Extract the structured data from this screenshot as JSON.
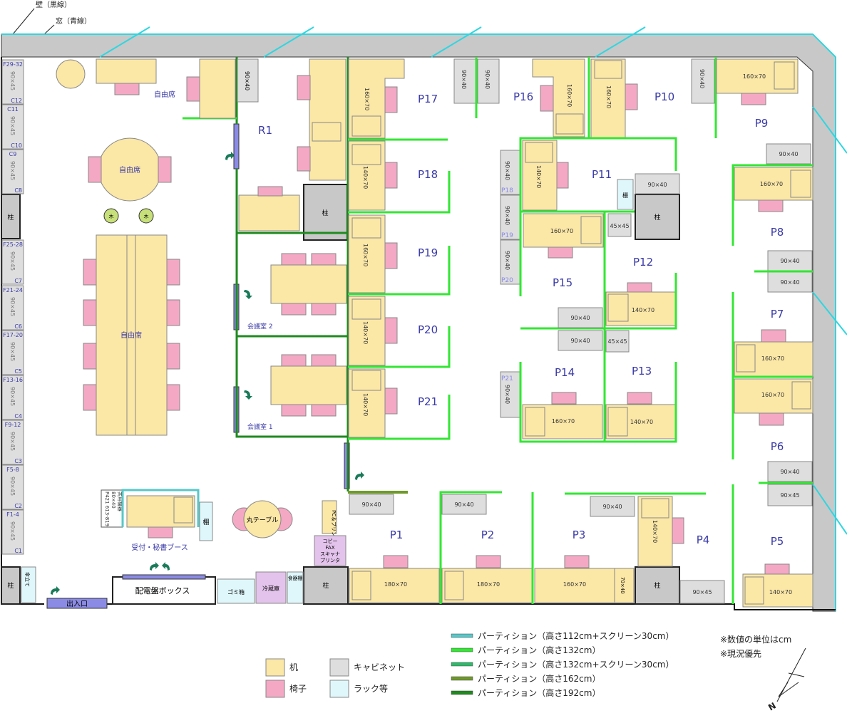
{
  "top_labels": {
    "wall": "壁（黒線）",
    "window": "窓（青線）"
  },
  "rooms": {
    "P1": "P1",
    "P2": "P2",
    "P3": "P3",
    "P4": "P4",
    "P5": "P5",
    "P6": "P6",
    "P7": "P7",
    "P8": "P8",
    "P9": "P9",
    "P10": "P10",
    "P11": "P11",
    "P12": "P12",
    "P13": "P13",
    "P14": "P14",
    "P15": "P15",
    "P16": "P16",
    "P17": "P17",
    "P18": "P18",
    "P19": "P19",
    "P20": "P20",
    "P21": "P21",
    "R1": "R1",
    "meeting1": "会議室 1",
    "meeting2": "会議室 2"
  },
  "areas": {
    "free_seat": "自由席",
    "round_table": "丸テーブル",
    "reception": "受付・秘書ブース",
    "switchboard": "配電盤ボックス",
    "entrance": "出入口",
    "garbage": "ゴミ箱",
    "fridge": "冷蔵庫",
    "tableware": "食器棚",
    "umbrella": "傘立て",
    "shelf": "棚",
    "pillar": "柱",
    "pc_printer": "PC＆プリンタ",
    "copier": [
      "コピー",
      "FAX",
      "スキャナ",
      "プリンタ"
    ],
    "shared_eq": [
      "共用機器",
      "80×40"
    ],
    "p421": "P421  613-819",
    "plant": "木"
  },
  "cabinet_left": [
    {
      "top": "F29-32",
      "size": "90×45",
      "bottom": "C12"
    },
    {
      "top": "C11",
      "size": "90×45",
      "bottom": "C10"
    },
    {
      "top": "C9",
      "size": "90×45",
      "bottom": "C8"
    },
    {
      "top": "F25-28",
      "size": "90×45",
      "bottom": "C7"
    },
    {
      "top": "F21-24",
      "size": "90×45",
      "bottom": "C6"
    },
    {
      "top": "F17-20",
      "size": "90×45",
      "bottom": "C5"
    },
    {
      "top": "F13-16",
      "size": "90×45",
      "bottom": "C4"
    },
    {
      "top": "F9-12",
      "size": "90×45",
      "bottom": "C3"
    },
    {
      "top": "F5-8",
      "size": "90×45",
      "bottom": "C2"
    },
    {
      "top": "F1-4",
      "size": "90×45",
      "bottom": "C1"
    }
  ],
  "sizes": {
    "s90x40": "90×40",
    "s90x45": "90×45",
    "s45x45": "45×45",
    "s160x70": "160×70",
    "s140x70": "140×70",
    "s180x70": "180×70",
    "s70x40": "70×40"
  },
  "mid_cabinets": {
    "P18": "P18",
    "P19": "P19",
    "P20": "P20",
    "P21": "P21"
  },
  "legend": {
    "partitions": [
      {
        "label": "パーティション（高さ112cm+スクリーン30cm）",
        "color": "#58c7c7"
      },
      {
        "label": "パーティション（高さ132cm）",
        "color": "#33e633"
      },
      {
        "label": "パーティション（高さ132cm+スクリーン30cm）",
        "color": "#2fb96a"
      },
      {
        "label": "パーティション（高さ162cm）",
        "color": "#6f9a2a"
      },
      {
        "label": "パーティション（高さ192cm）",
        "color": "#1f8a1f"
      }
    ],
    "swatches": [
      {
        "label": "机",
        "color": "#fbe7a6"
      },
      {
        "label": "椅子",
        "color": "#f4a8c4"
      },
      {
        "label": "キャビネット",
        "color": "#dedede"
      },
      {
        "label": "ラック等",
        "color": "#dff7fb"
      }
    ],
    "notes": [
      "※数値の単位はcm",
      "※現況優先"
    ],
    "north": "N"
  },
  "colors": {
    "desk": "#fbe7a6",
    "chair": "#f4a8c4",
    "cabinet": "#dedede",
    "rack": "#dff7fb",
    "wall": "#c8c8c8",
    "window": "#2ed6e0",
    "p132": "#33e633",
    "p192": "#1f8a1f",
    "p162": "#6f9a2a",
    "room_text": "#3a3aa8",
    "door": "#7a7ae0"
  }
}
